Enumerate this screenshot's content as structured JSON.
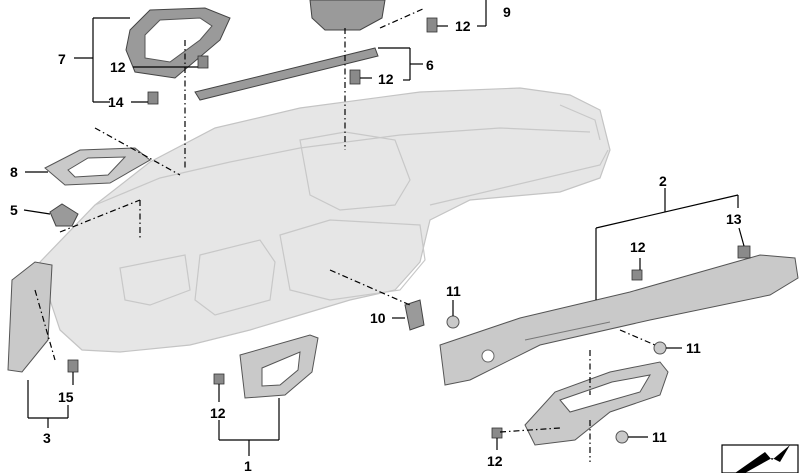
{
  "labels": {
    "p1": "1",
    "p2": "2",
    "p3": "3",
    "p5": "5",
    "p6": "6",
    "p7": "7",
    "p8": "8",
    "p9": "9",
    "p10": "10",
    "p11a": "11",
    "p11b": "11",
    "p11c": "11",
    "p12a": "12",
    "p12b": "12",
    "p12c": "12",
    "p12d": "12",
    "p12e": "12",
    "p12f": "12",
    "p13": "13",
    "p14": "14",
    "p15": "15"
  }
}
